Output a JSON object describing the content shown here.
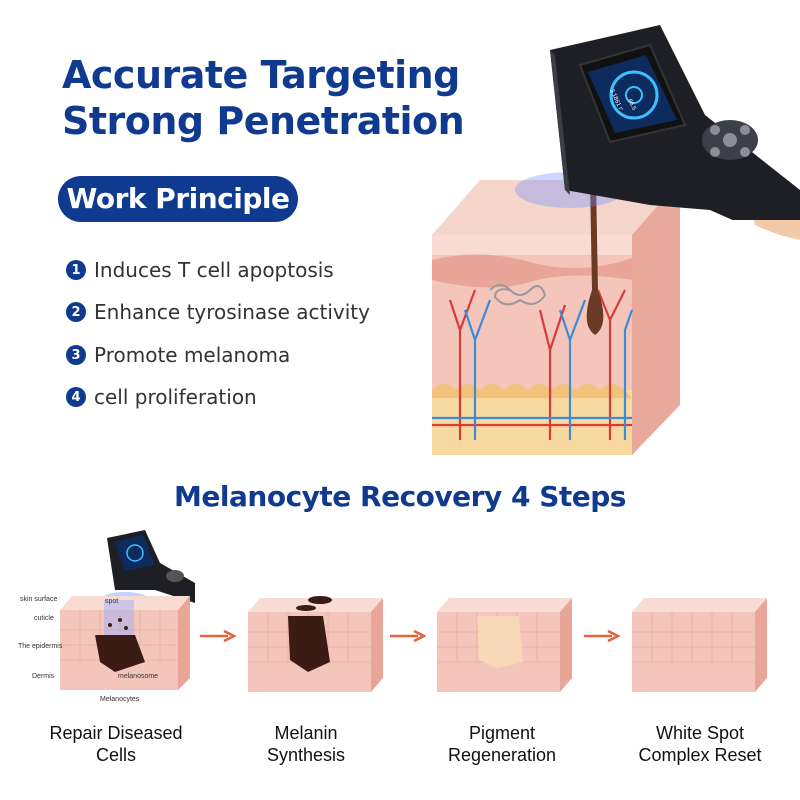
{
  "headline": {
    "line1": "Accurate Targeting",
    "line2": "Strong Penetration"
  },
  "work_principle": {
    "title": "Work Principle",
    "items": [
      {
        "num": "1",
        "text": "Induces T cell apoptosis"
      },
      {
        "num": "2",
        "text": "Enhance tyrosinase activity"
      },
      {
        "num": "3",
        "text": "Promote melanoma"
      },
      {
        "num": "4",
        "text": "cell proliferation"
      }
    ]
  },
  "device_screen": {
    "reading1": "3.1861 r'",
    "reading2": "66.5"
  },
  "recovery": {
    "title": "Melanocyte Recovery 4 Steps",
    "labels": {
      "skin_surface": "skin surface",
      "spot": "spot",
      "cuticle": "cuticle",
      "epidermis": "The epidermis",
      "dermis": "Dermis",
      "melanosome": "melanosome",
      "melanocytes": "Melanocytes"
    },
    "steps": [
      {
        "line1": "Repair Diseased",
        "line2": "Cells"
      },
      {
        "line1": "Melanin",
        "line2": "Synthesis"
      },
      {
        "line1": "Pigment",
        "line2": "Regeneration"
      },
      {
        "line1": "White Spot",
        "line2": "Complex Reset"
      }
    ]
  },
  "colors": {
    "brand_blue": "#0f3a8f",
    "arrow_orange": "#e8603c",
    "skin_pink": "#f4c6bb"
  }
}
